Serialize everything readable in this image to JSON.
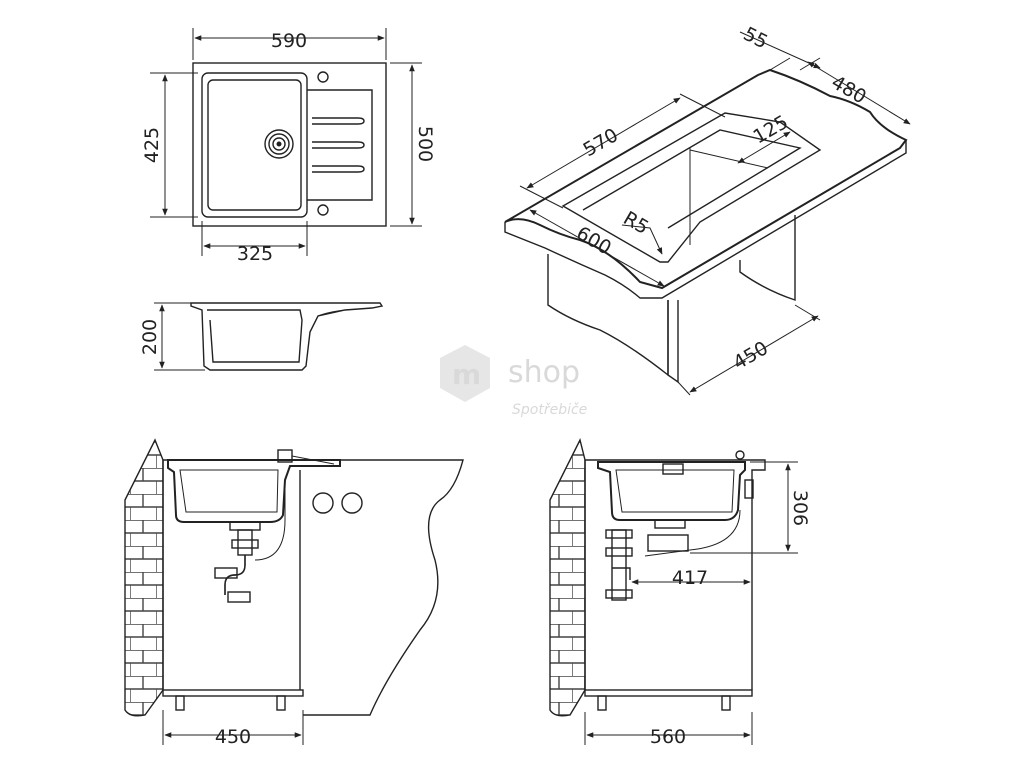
{
  "colors": {
    "line": "#222222",
    "watermark": "#d9d9d9",
    "background": "#ffffff"
  },
  "watermark": {
    "brand": "shop",
    "tagline": "Spotřebiče",
    "logo_letter": "m"
  },
  "top_view": {
    "width_label": "590",
    "depth_label": "500",
    "bowl_depth_label": "425",
    "bowl_width_label": "325"
  },
  "side_view": {
    "height_label": "200"
  },
  "perspective_view": {
    "strip_label": "55",
    "counter_depth_label": "480",
    "cutout_length_label": "570",
    "offset_label": "125",
    "radius_label": "R5",
    "counter_width_label": "600",
    "cabinet_label": "450"
  },
  "front_section": {
    "cabinet_width_label": "450"
  },
  "side_section": {
    "height_label": "306",
    "siphon_offset_label": "417",
    "cabinet_depth_label": "560"
  }
}
